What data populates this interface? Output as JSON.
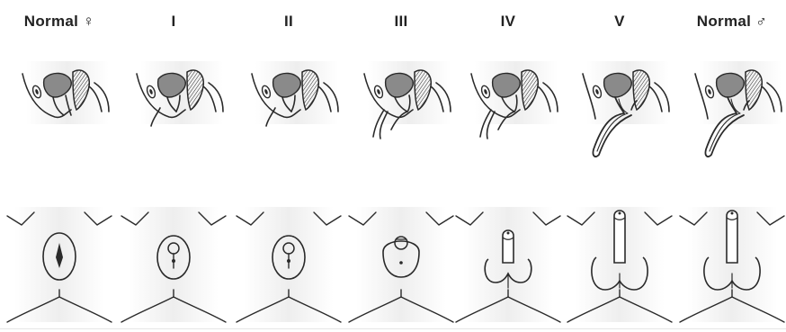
{
  "stages": [
    {
      "id": "normal-female",
      "label": "Normal ♀"
    },
    {
      "id": "prader-1",
      "label": "I"
    },
    {
      "id": "prader-2",
      "label": "II"
    },
    {
      "id": "prader-3",
      "label": "III"
    },
    {
      "id": "prader-4",
      "label": "IV"
    },
    {
      "id": "prader-5",
      "label": "V"
    },
    {
      "id": "normal-male",
      "label": "Normal ♂"
    }
  ],
  "colors": {
    "ink": "#2a2a2a",
    "shade": "#8a8a8a",
    "backdrop": "#eeeeee",
    "paper": "#ffffff"
  }
}
